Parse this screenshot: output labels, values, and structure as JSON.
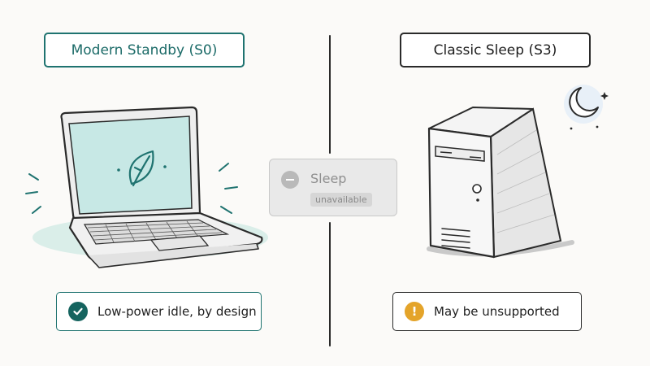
{
  "panels": {
    "left": {
      "title": "Modern Standby (S0)",
      "caption": "Low-power idle, by design",
      "caption_icon": "check-circle-icon"
    },
    "right": {
      "title": "Classic Sleep (S3)",
      "caption": "May be unsupported",
      "caption_icon": "exclamation-circle-icon"
    }
  },
  "sleep_option": {
    "label": "Sleep",
    "status": "unavailable",
    "icon": "minus-circle-icon"
  },
  "illustrations": {
    "left": [
      "laptop",
      "leaf-icon"
    ],
    "right": [
      "desktop-tower",
      "moon-icon"
    ]
  },
  "colors": {
    "teal_accent": "#1f7370",
    "teal_glow": "#cfe9e4",
    "dark_outline": "#2a2a2a",
    "warning": "#e4a42a",
    "disabled_gray": "#e9e9e9"
  }
}
